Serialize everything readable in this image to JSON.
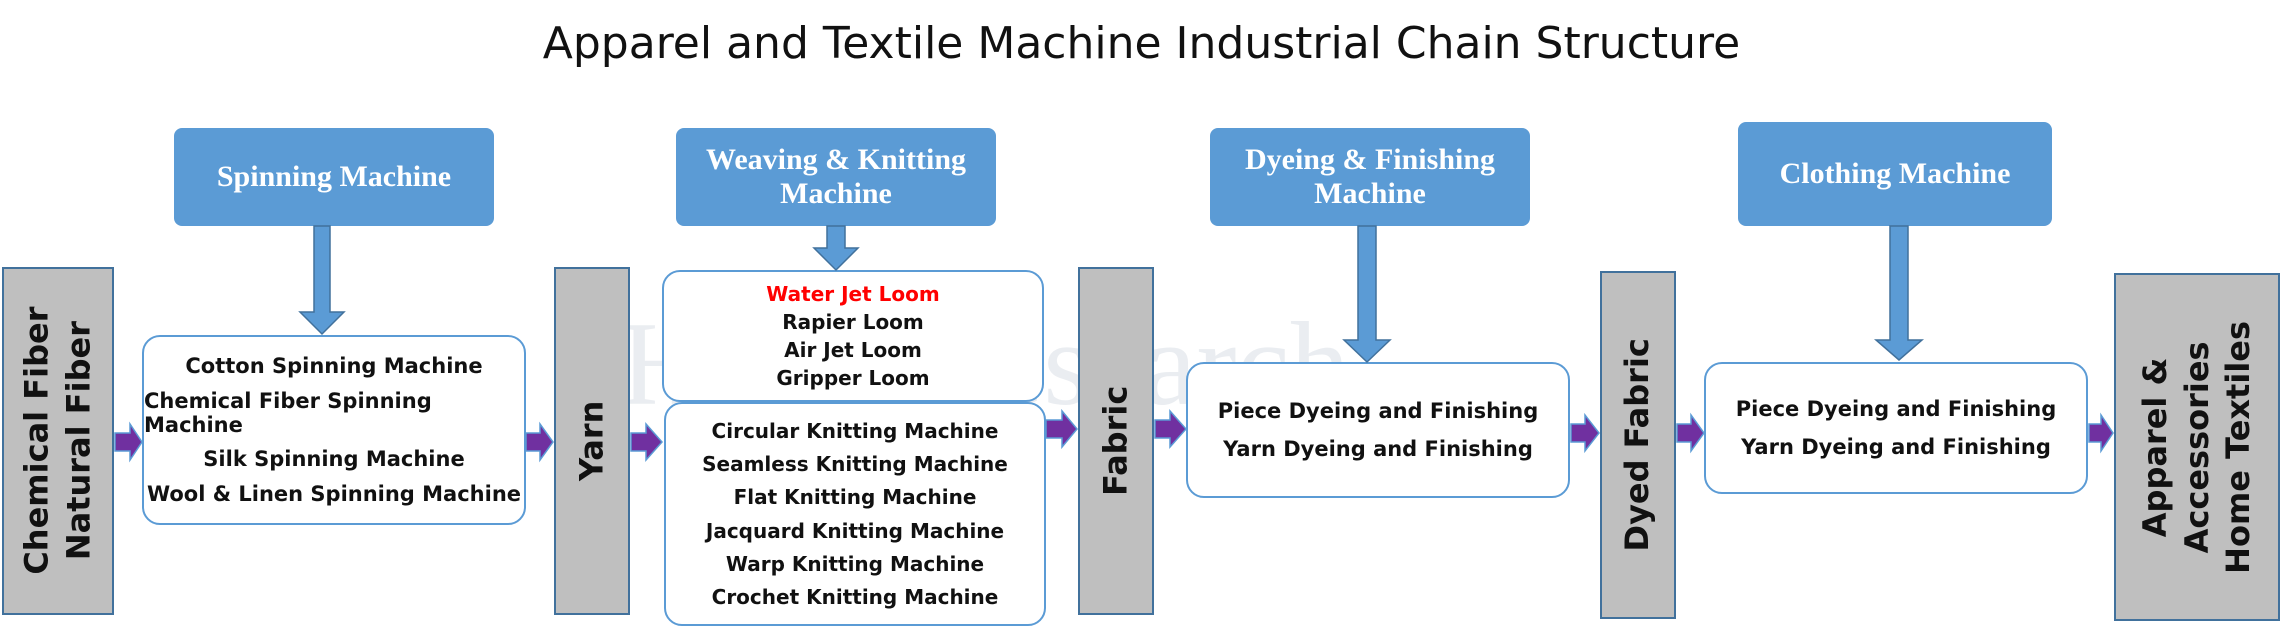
{
  "title": "Apparel and Textile Machine Industrial Chain Structure",
  "watermark": "HJIN Research",
  "machines": {
    "spinning": [
      "Spinning Machine"
    ],
    "weaving": [
      "Weaving & Knitting",
      "Machine"
    ],
    "dyeing": [
      "Dyeing & Finishing",
      "Machine"
    ],
    "clothing": [
      "Clothing Machine"
    ]
  },
  "stages": {
    "fiber": [
      "Chemical Fiber",
      "Natural Fiber"
    ],
    "yarn": [
      "Yarn"
    ],
    "fabric": [
      "Fabric"
    ],
    "dyed": [
      "Dyed Fabric"
    ],
    "apparel": [
      "Apparel &",
      "Accessories",
      "Home Textiles"
    ]
  },
  "lists": {
    "spinning": [
      "Cotton Spinning Machine",
      "Chemical Fiber Spinning Machine",
      "Silk Spinning Machine",
      "Wool & Linen Spinning Machine"
    ],
    "looms": [
      "Water Jet Loom",
      "Rapier Loom",
      "Air Jet Loom",
      "Gripper Loom"
    ],
    "knitting": [
      "Circular Knitting Machine",
      "Seamless Knitting Machine",
      "Flat Knitting Machine",
      "Jacquard Knitting Machine",
      "Warp Knitting Machine",
      "Crochet Knitting Machine"
    ],
    "dyeing": [
      "Piece Dyeing and Finishing",
      "Yarn Dyeing and Finishing"
    ],
    "clothing": [
      "Piece Dyeing and Finishing",
      "Yarn Dyeing and Finishing"
    ]
  },
  "colors": {
    "machine_fill": "#5b9bd5",
    "stage_fill": "#bfbfbf",
    "flow_arrow": "#7030a0",
    "highlight_text": "#ff0000"
  }
}
